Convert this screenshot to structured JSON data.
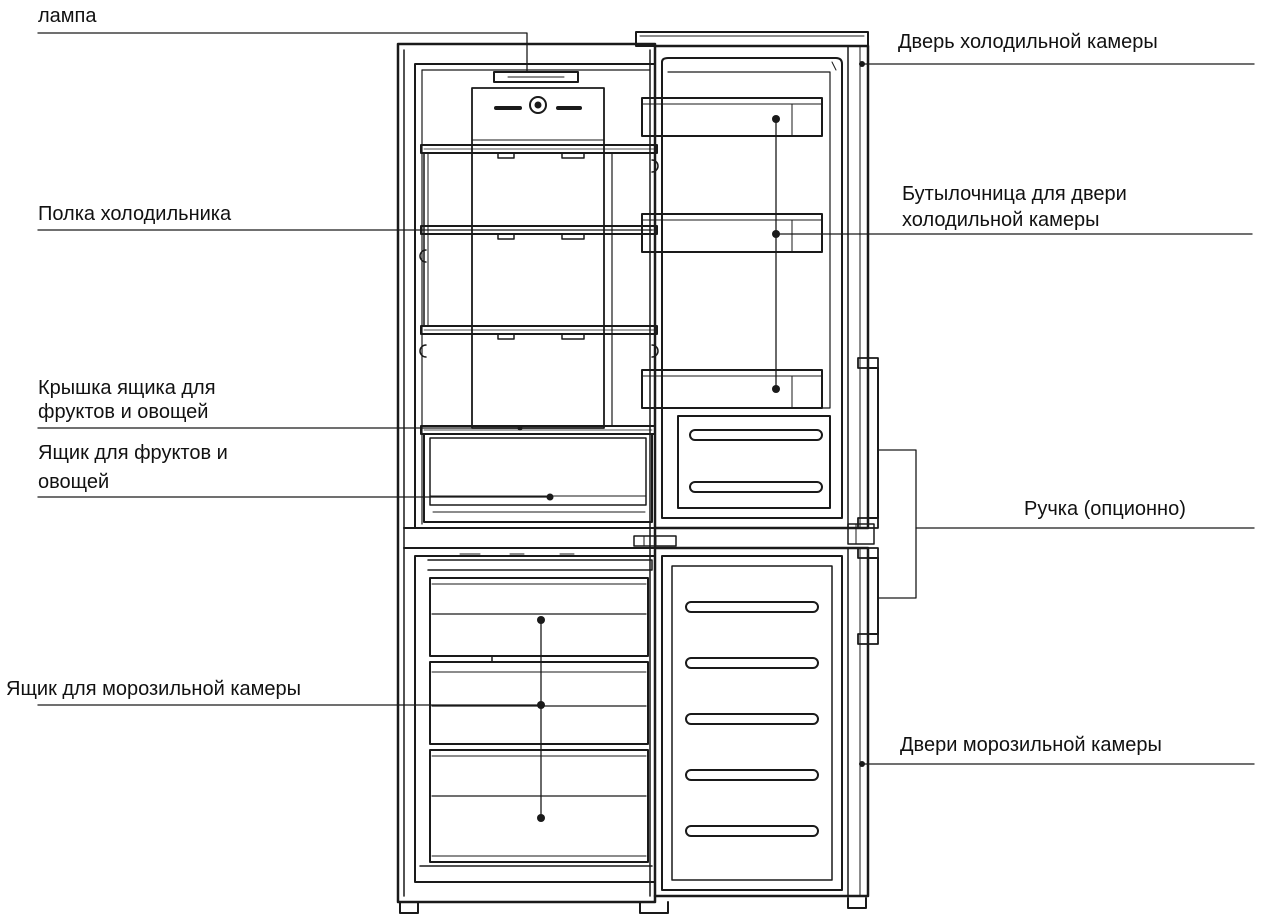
{
  "labels": {
    "lamp": "лампа",
    "fridge_shelf": "Полка холодильника",
    "crisper_cover_1": "Крышка ящика для",
    "crisper_cover_2": "фруктов и овощей",
    "crisper_1": "Ящик для фруктов и",
    "crisper_2": "овощей",
    "freezer_drawer": "Ящик для морозильной камеры",
    "fridge_door": "Дверь холодильной камеры",
    "bottle_holder_1": "Бутылочница для двери",
    "bottle_holder_2": "холодильной камеры",
    "handle": "Ручка (опционно)",
    "freezer_door": "Двери морозильной камеры"
  },
  "colors": {
    "line": "#1a1a1a",
    "background": "#ffffff"
  }
}
